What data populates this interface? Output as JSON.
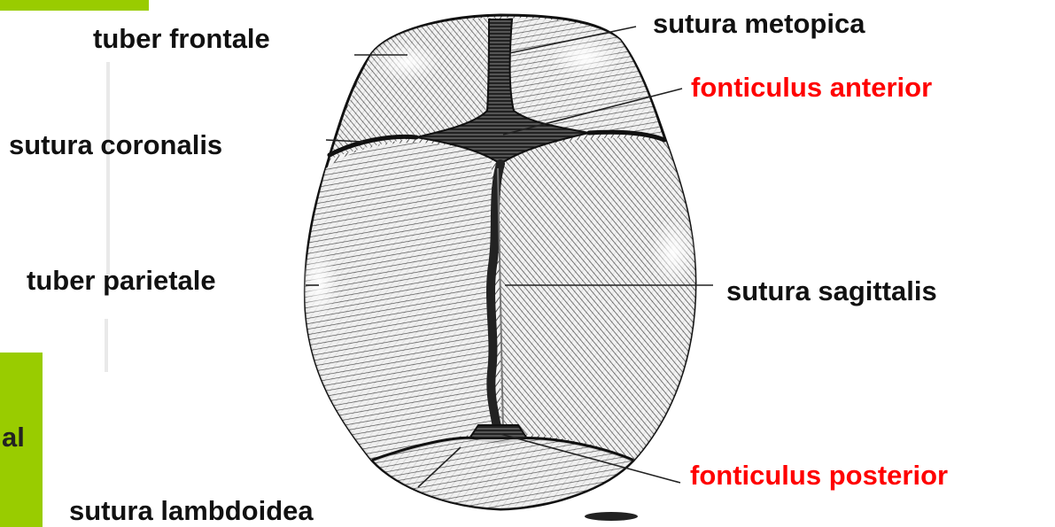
{
  "labels": {
    "tuber_frontale": "tuber frontale",
    "sutura_metopica": "sutura metopica",
    "fonticulus_anterior": "fonticulus anterior",
    "sutura_coronalis": "sutura coronalis",
    "tuber_parietale": "tuber parietale",
    "sutura_sagittalis": "sutura sagittalis",
    "fonticulus_posterior": "fonticulus posterior",
    "sutura_lambdoidea": "sutura lambdoidea"
  },
  "cropped_text": "al",
  "colors": {
    "label_black": "#111111",
    "label_red": "#ff0000",
    "accent_green": "#99cc00"
  }
}
